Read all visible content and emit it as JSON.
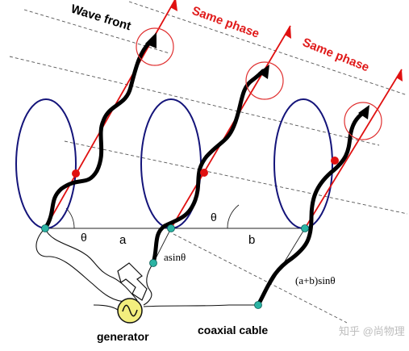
{
  "labels": {
    "wave_front": "Wave front",
    "same_phase_1": "Same phase",
    "same_phase_2": "Same phase",
    "theta_left": "θ",
    "a": "a",
    "theta_right": "θ",
    "b": "b",
    "asin": "asinθ",
    "apbsin": "(a+b)sinθ",
    "generator": "generator",
    "coaxial": "coaxial cable",
    "watermark": "知乎 @尚物理"
  },
  "colors": {
    "loop": "#14147a",
    "wave": "#000000",
    "ray": "#e01010",
    "phase_text": "#e01a1a",
    "node": "#2bb3a3",
    "generator_fill": "#f3ee7e"
  }
}
